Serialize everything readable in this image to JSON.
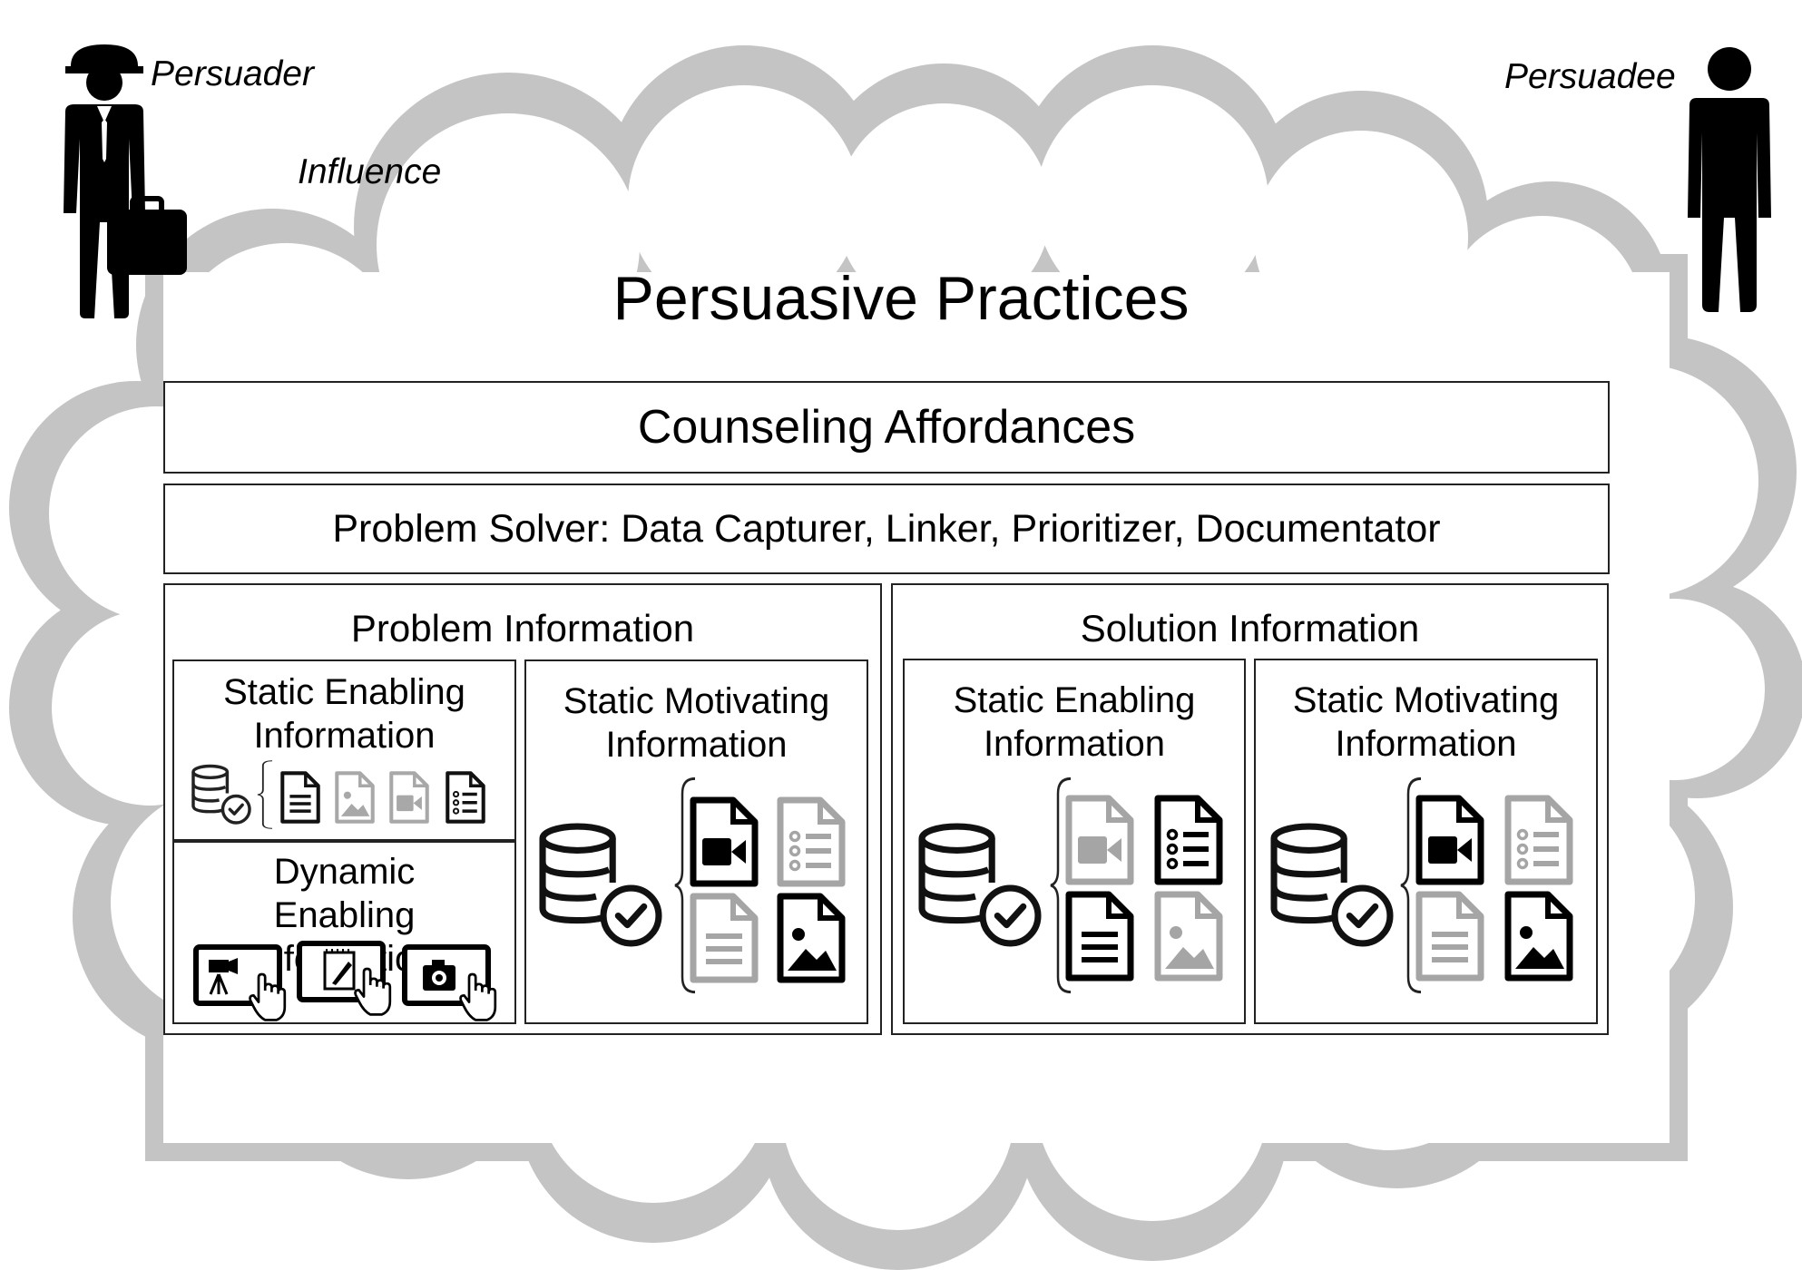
{
  "actors": {
    "persuader": "Persuader",
    "persuadee": "Persuadee",
    "influence": "Influence"
  },
  "diagram": {
    "title": "Persuasive Practices",
    "affordances": "Counseling Affordances",
    "problem_solver": "Problem Solver: Data Capturer, Linker, Prioritizer, Documentator",
    "problem_section": {
      "heading": "Problem Information",
      "static_enabling": "Static Enabling Information",
      "dynamic_enabling": "Dynamic Enabling Information",
      "static_motivating": "Static Motivating Information"
    },
    "solution_section": {
      "heading": "Solution Information",
      "static_enabling": "Static Enabling Information",
      "static_motivating": "Static Motivating Information"
    }
  },
  "icons": [
    "person-with-helmet-icon",
    "person-icon",
    "database-check-icon",
    "document-icon",
    "image-file-icon",
    "video-file-icon",
    "list-file-icon",
    "tablet-camera-touch-icon",
    "tablet-notes-touch-icon",
    "tablet-photo-touch-icon"
  ],
  "colors": {
    "cloud": "#c8c8c8",
    "icon_dark": "#000000",
    "icon_faded": "#a5a5a5"
  }
}
